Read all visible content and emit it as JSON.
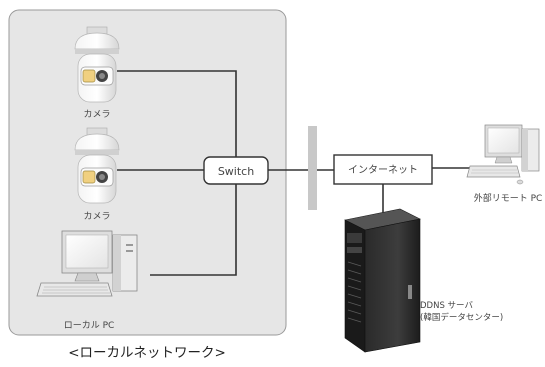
{
  "local_network": {
    "caption": "<ローカルネットワーク>",
    "camera_1_label": "カメラ",
    "camera_2_label": "カメラ",
    "local_pc_label": "ローカル PC",
    "switch_label": "Switch"
  },
  "external": {
    "internet_label": "インターネット",
    "remote_pc_label": "外部リモート PC",
    "ddns_label_line1": "DDNS サーバ",
    "ddns_label_line2": "(韓国データセンター)"
  },
  "colors": {
    "lan_panel_fill": "#e6e6e6",
    "lan_panel_border": "#9a9a9a",
    "line": "#333333",
    "firewall": "#c8c8c8"
  }
}
